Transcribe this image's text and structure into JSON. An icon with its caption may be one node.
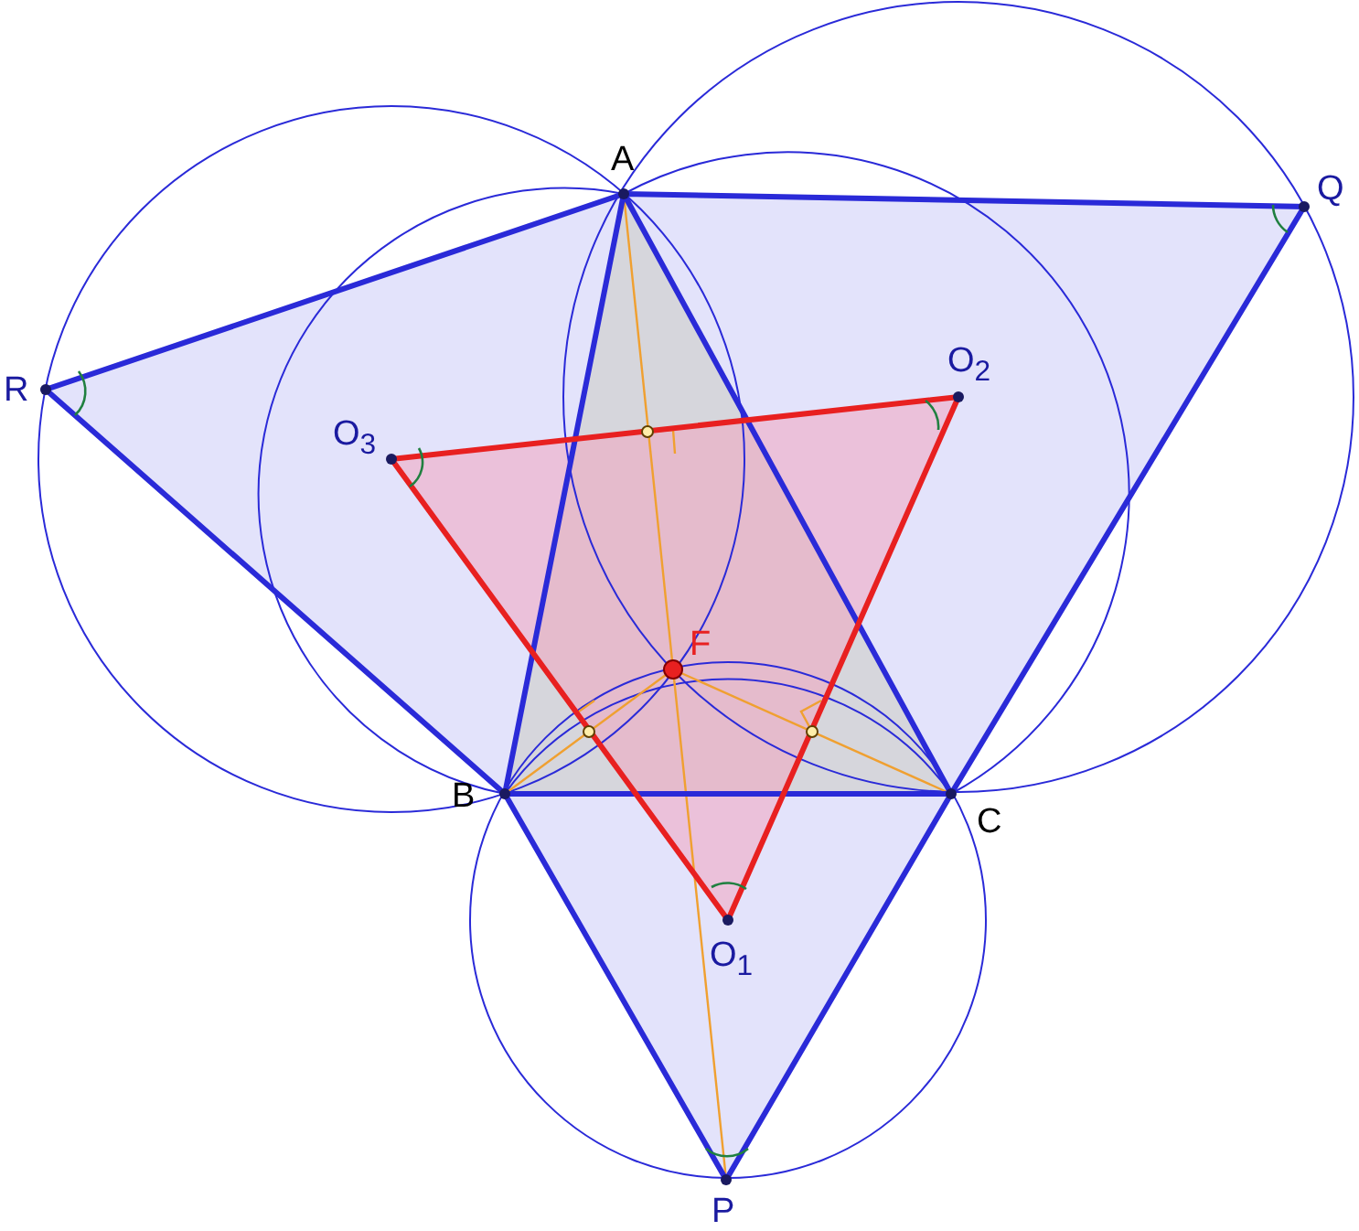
{
  "diagram": {
    "labels": [
      "A",
      "Q",
      "R",
      "O$_{2}$",
      "O$_{3}$",
      "F",
      "B",
      "C",
      "O$_{1}$",
      "P"
    ]
  }
}
